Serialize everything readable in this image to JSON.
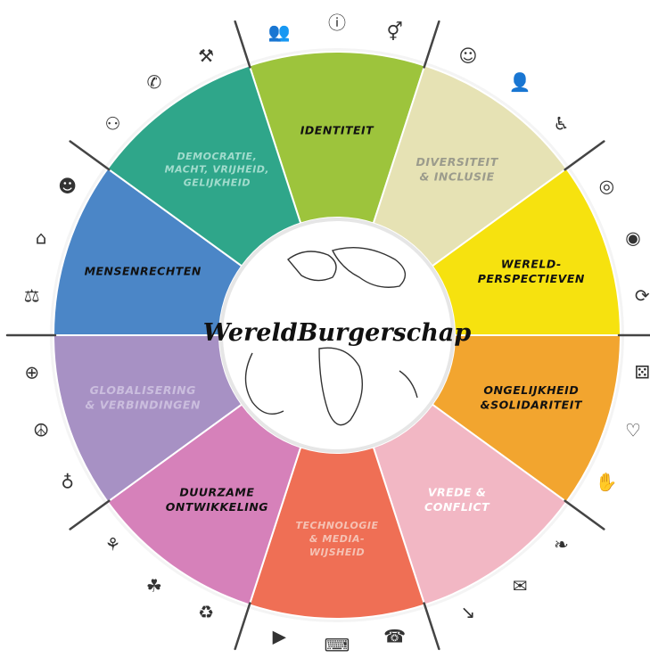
{
  "center": {
    "title": "WereldBurgerschap"
  },
  "segments": [
    {
      "id": "identiteit",
      "lines": [
        "IDENTITEIT"
      ],
      "color": "#9dc43c",
      "text_color": "#111111",
      "icons": [
        "people-icon",
        "ik-badge-icon",
        "gender-symbols-icon"
      ]
    },
    {
      "id": "diversiteit",
      "lines": [
        "DIVERSITEIT",
        "& INCLUSIE"
      ],
      "color": "#e6e2b4",
      "text_color": "#9b9b8c",
      "icons": [
        "diverse-people-icon",
        "person-icon",
        "wheelchair-icon"
      ]
    },
    {
      "id": "wereldperspectieven",
      "lines": [
        "WERELD-",
        "PERSPECTIEVEN"
      ],
      "color": "#f6e20f",
      "text_color": "#111111",
      "icons": [
        "binoculars-icon",
        "globe-graduate-icon",
        "arrow-circle-icon"
      ]
    },
    {
      "id": "ongelijkheid",
      "lines": [
        "ONGELIJKHEID",
        "&SOLIDARITEIT"
      ],
      "color": "#f2a52f",
      "text_color": "#111111",
      "icons": [
        "dice-icon",
        "heart-icon",
        "hands-icon"
      ]
    },
    {
      "id": "vrede",
      "lines": [
        "VREDE &",
        "CONFLICT"
      ],
      "color": "#f2b7c4",
      "text_color": "#ffffff",
      "icons": [
        "dove-icon",
        "speech-people-icon",
        "arrow-down-icon"
      ]
    },
    {
      "id": "technologie",
      "lines": [
        "TECHNOLOGIE",
        "& MEDIA-",
        "WIJSHEID"
      ],
      "color": "#ef6f55",
      "text_color": "#f5c2b4",
      "icons": [
        "phone-like-icon",
        "computer-person-icon",
        "video-people-icon"
      ]
    },
    {
      "id": "duurzame",
      "lines": [
        "DUURZAME",
        "ONTWIKKELING"
      ],
      "color": "#d681ba",
      "text_color": "#111111",
      "icons": [
        "recycle-money-icon",
        "plant-hand-icon",
        "sprout-icon"
      ]
    },
    {
      "id": "globalisering",
      "lines": [
        "GLOBALISERING",
        "& VERBINDINGEN"
      ],
      "color": "#a791c4",
      "text_color": "#cbbede",
      "icons": [
        "globe-heart-icon",
        "united-nations-icon",
        "globe-network-icon"
      ]
    },
    {
      "id": "mensenrechten",
      "lines": [
        "MENSENRECHTEN"
      ],
      "color": "#4b86c7",
      "text_color": "#111111",
      "icons": [
        "justice-people-icon",
        "family-house-icon",
        "child-icon"
      ]
    },
    {
      "id": "democratie",
      "lines": [
        "DEMOCRATIE,",
        "MACHT, VRIJHEID,",
        "GELIJKHEID"
      ],
      "color": "#2fa68a",
      "text_color": "#a2dccd",
      "icons": [
        "group-icon",
        "megaphone-icon",
        "gavel-icon"
      ]
    }
  ]
}
